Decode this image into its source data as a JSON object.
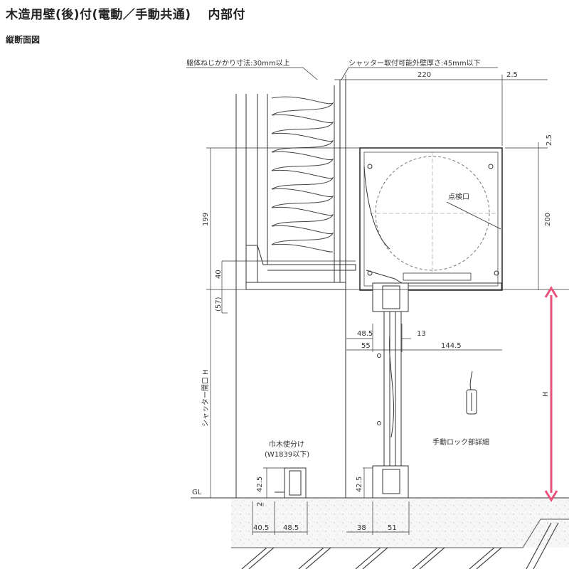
{
  "header": {
    "title": "木造用壁(後)付(電動／手動共通)　 内部付",
    "subtitle": "縦断面図"
  },
  "annotations": {
    "wall_screw": "躯体ねじかかり寸法:30mm以上",
    "shutter_wall": "シャッター取付可能外壁厚さ:45mm以下",
    "inspection": "点検口",
    "lock_detail": "手動ロック部詳細",
    "skirting_line1": "巾木使分け",
    "skirting_line2": "(W1839以下)",
    "ground": "GL"
  },
  "dimensions": {
    "d220": "220",
    "d2_5_top": "2.5",
    "d2_5_side": "2.5",
    "d199": "199",
    "d200": "200",
    "d40": "40",
    "d57": "(57)",
    "opening": "シャッター開口 H",
    "h": "H",
    "d48_5": "48.5",
    "d13": "13",
    "d55": "55",
    "d144_5": "144.5",
    "d42_5_left": "42.5",
    "d42_5_right": "42.5",
    "d2": "2",
    "d40_5": "40.5",
    "d48_5_bottom": "48.5",
    "d38": "38",
    "d51": "51"
  },
  "colors": {
    "height_arrow": "#e8527a",
    "line": "#333333"
  }
}
